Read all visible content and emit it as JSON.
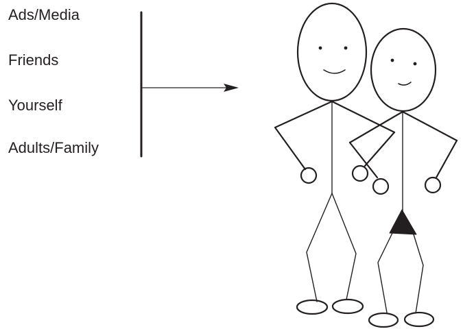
{
  "influences": {
    "items": [
      {
        "label": "Ads/Media"
      },
      {
        "label": "Friends"
      },
      {
        "label": "Yourself"
      },
      {
        "label": "Adults/Family"
      }
    ]
  },
  "colors": {
    "ink": "#231f20",
    "background": "#ffffff"
  },
  "illustration": {
    "subject": "two-stick-figures",
    "icons": [
      "arrow-right-icon",
      "stick-figure-boy-icon",
      "stick-figure-girl-icon"
    ]
  }
}
